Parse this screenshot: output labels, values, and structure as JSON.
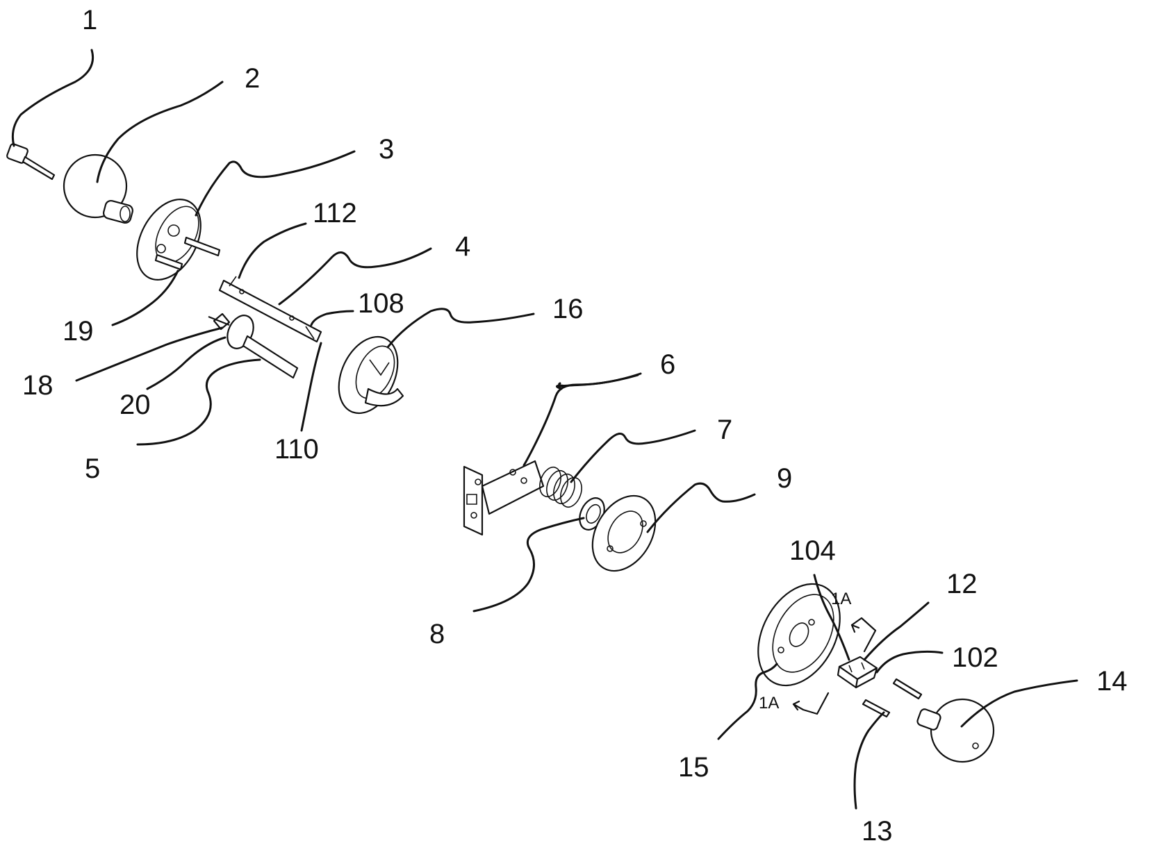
{
  "figure": {
    "labels": {
      "l1": "1",
      "l2": "2",
      "l3": "3",
      "l112": "112",
      "l4": "4",
      "l108": "108",
      "l16": "16",
      "l19": "19",
      "l18": "18",
      "l20": "20",
      "l5": "5",
      "l110": "110",
      "l6": "6",
      "l7": "7",
      "l9": "9",
      "l8": "8",
      "l104": "104",
      "l12": "12",
      "l102": "102",
      "l14": "14",
      "l15": "15",
      "l13": "13",
      "section_top": "1A",
      "section_bottom": "1A"
    }
  }
}
